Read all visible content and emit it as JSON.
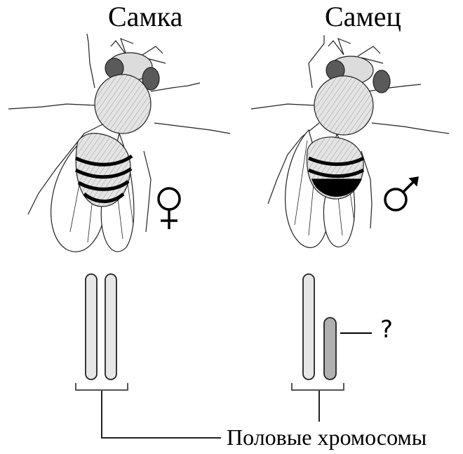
{
  "labels": {
    "female": "Самка",
    "male": "Самец",
    "sex_chromosomes": "Половые хромосомы",
    "unknown_chromosome": "?"
  },
  "symbols": {
    "female": "female-symbol-icon",
    "male": "male-symbol-icon"
  },
  "colors": {
    "chromosome_x": "#e6e6e6",
    "chromosome_y": "#b0b0b0",
    "outline": "#222222",
    "bracket": "#555555"
  }
}
